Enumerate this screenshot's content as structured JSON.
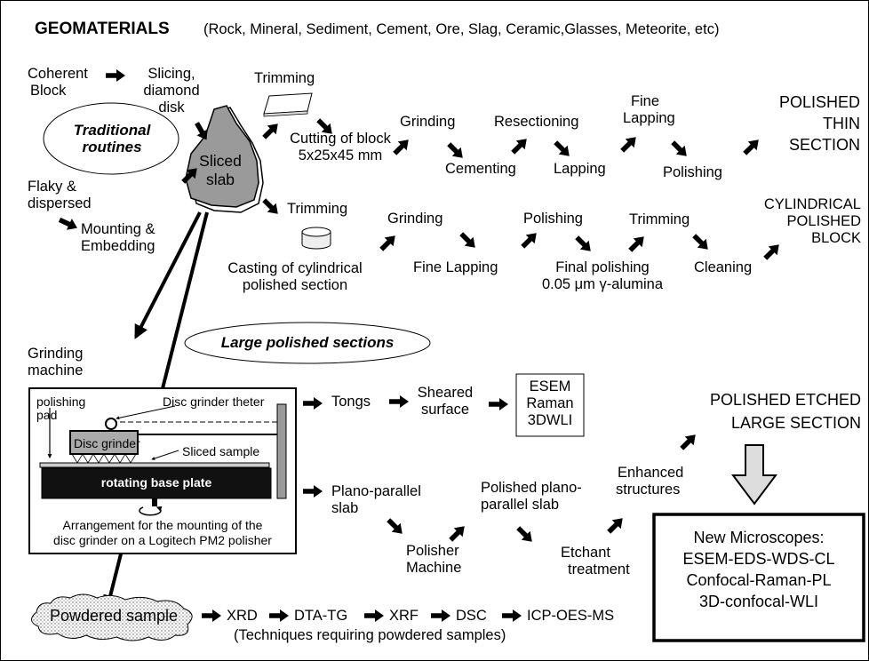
{
  "header": {
    "title": "GEOMATERIALS",
    "subtitle": "(Rock, Mineral, Sediment, Cement, Ore, Slag, Ceramic,Glasses, Meteorite, etc)"
  },
  "inputs": {
    "coherent_line1": "Coherent",
    "coherent_line2": "Block",
    "slicing_line1": "Slicing,",
    "slicing_line2": "diamond",
    "slicing_line3": "disk",
    "traditional_line1": "Traditional",
    "traditional_line2": "routines",
    "sliced_slab_line1": "Sliced",
    "sliced_slab_line2": "slab",
    "flaky_line1": "Flaky &",
    "flaky_line2": "dispersed",
    "mounting_line1": "Mounting &",
    "mounting_line2": "Embedding"
  },
  "thin_section_route": {
    "trimming": "Trimming",
    "cutting_line1": "Cutting of block",
    "cutting_line2": "5x25x45 mm",
    "grinding": "Grinding",
    "cementing": "Cementing",
    "resectioning": "Resectioning",
    "lapping": "Lapping",
    "fine_lapping_line1": "Fine",
    "fine_lapping_line2": "Lapping",
    "polishing": "Polishing",
    "result_line1": "POLISHED",
    "result_line2": "THIN",
    "result_line3": "SECTION"
  },
  "cylindrical_route": {
    "trimming": "Trimming",
    "casting_line1": "Casting of cylindrical",
    "casting_line2": "polished section",
    "grinding": "Grinding",
    "fine_lapping": "Fine Lapping",
    "polishing": "Polishing",
    "final_polishing_line1": "Final polishing",
    "final_polishing_line2": "0.05 μm γ-alumina",
    "trimming2": "Trimming",
    "cleaning": "Cleaning",
    "result_line1": "CYLINDRICAL",
    "result_line2": "POLISHED",
    "result_line3": "BLOCK"
  },
  "large_section_route": {
    "section_label": "Large polished sections",
    "grinding_machine_line1": "Grinding",
    "grinding_machine_line2": "machine",
    "tongs": "Tongs",
    "sheared_line1": "Sheared",
    "sheared_line2": "surface",
    "esem_line1": "ESEM",
    "esem_line2": "Raman",
    "esem_line3": "3DWLI",
    "plano_line1": "Plano-parallel",
    "plano_line2": "slab",
    "polisher_line1": "Polisher",
    "polisher_line2": "Machine",
    "polished_plano_line1": "Polished plano-",
    "polished_plano_line2": "parallel slab",
    "etchant_line1": "Etchant",
    "etchant_line2": "treatment",
    "enhanced_line1": "Enhanced",
    "enhanced_line2": "structures",
    "result_line1": "POLISHED ETCHED",
    "result_line2": "LARGE SECTION"
  },
  "grinder_diagram": {
    "polishing_pad_line1": "polishing",
    "polishing_pad_line2": "pad",
    "tether": "Disc grinder theter",
    "disc_grinder": "Disc grinder",
    "sliced_sample": "Sliced sample",
    "base_plate": "rotating base plate",
    "caption_line1": "Arrangement for the mounting of the",
    "caption_line2": "disc grinder on a Logitech PM2 polisher"
  },
  "microscopes": {
    "line1": "New Microscopes:",
    "line2": "ESEM-EDS-WDS-CL",
    "line3": "Confocal-Raman-PL",
    "line4": "3D-confocal-WLI"
  },
  "powder_route": {
    "sample": "Powdered sample",
    "techniques": [
      "XRD",
      "DTA-TG",
      "XRF",
      "DSC",
      "ICP-OES-MS"
    ],
    "note": "(Techniques requiring powdered samples)"
  }
}
